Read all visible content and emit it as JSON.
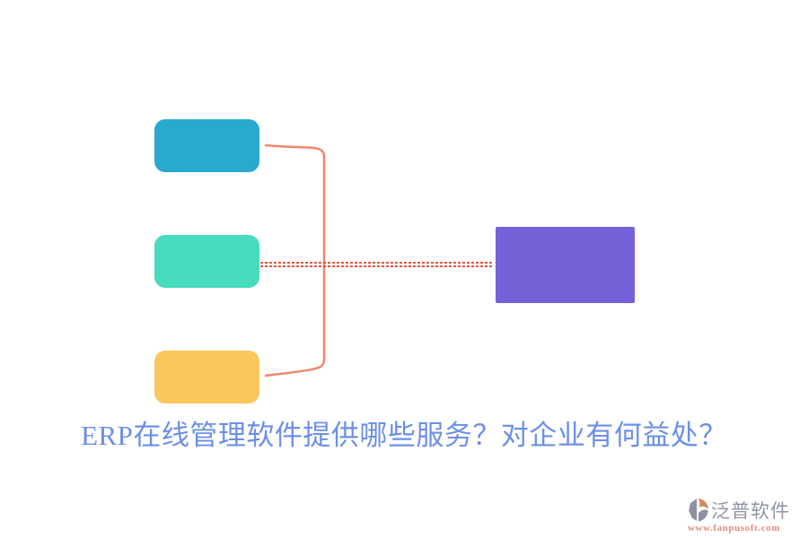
{
  "title": {
    "text": "ERP在线管理软件提供哪些服务？对企业有何益处？",
    "color": "#6c8fe8"
  },
  "diagram": {
    "topic_boxes": [
      {
        "id": "topic-1",
        "name": "teal-topic-box",
        "color": "#28aace"
      },
      {
        "id": "topic-2",
        "name": "mint-topic-box",
        "color": "#47dcbd"
      },
      {
        "id": "topic-3",
        "name": "amber-topic-box",
        "color": "#fbc65c"
      }
    ],
    "answer_box": {
      "color": "#7562d9"
    },
    "connectors": {
      "bracket_color": "#f0876f",
      "dashed_color": "#e5563c"
    }
  },
  "footer_logo": {
    "brand": "泛普软件",
    "url": "www.fanpusoft.com",
    "icon_gray": "#8d92a3",
    "icon_orange": "#d4874e"
  },
  "canvas": {
    "background": "#ffffff"
  }
}
